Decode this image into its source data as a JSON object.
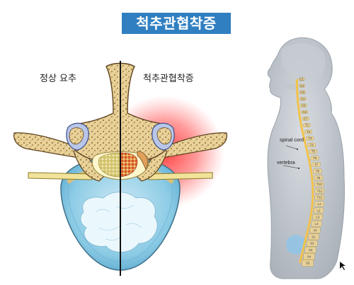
{
  "title": "척추관협착증",
  "labels": {
    "normal": "정상 요추",
    "stenosis": "척추관협착증",
    "spinal_cord": "spinal cord",
    "vertebra": "vertebra"
  },
  "vertebra_labels": [
    "C1",
    "C2",
    "C3",
    "C4",
    "C5",
    "C6",
    "C7",
    "T1",
    "T2",
    "T3",
    "T4",
    "T5",
    "T6",
    "T7",
    "T8",
    "T9",
    "T10",
    "T11",
    "T12",
    "L1",
    "L2",
    "L3",
    "L4",
    "L5",
    "S1",
    "S2",
    "S3",
    "S4",
    "S5"
  ],
  "colors": {
    "title_bg": "#2f7fc1",
    "bone": "#e8d29a",
    "disc": "#9fd3e8",
    "nucleus": "#e6f5fb",
    "inflammation": "#ff2a2a"
  }
}
